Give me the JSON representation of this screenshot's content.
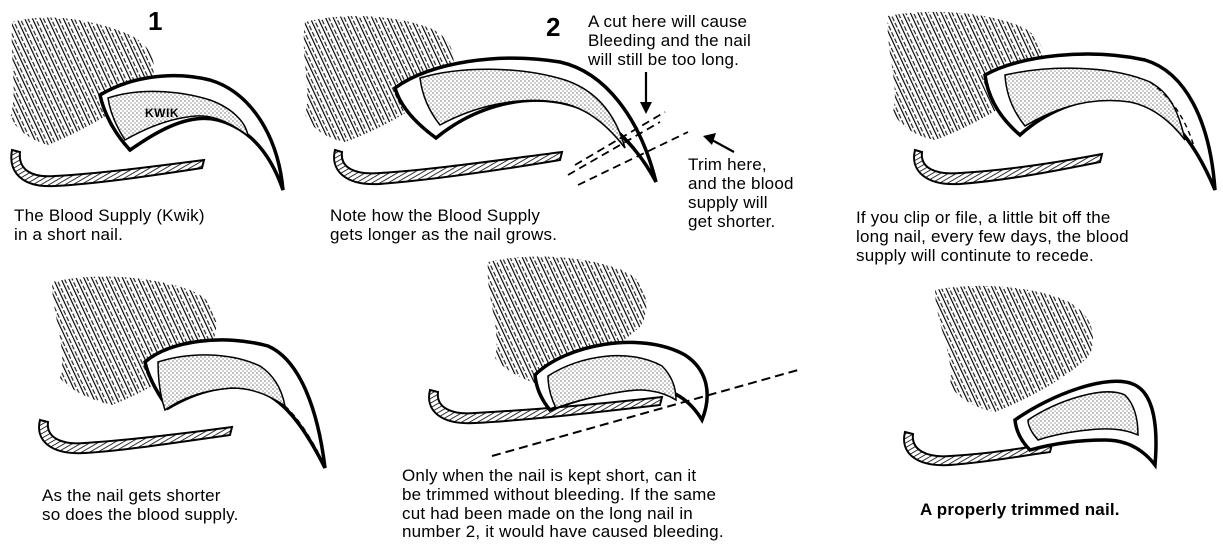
{
  "diagram": {
    "panel_1": {
      "number": "1",
      "kwik_label": "KWIK",
      "caption_line1": "The Blood Supply (Kwik)",
      "caption_line2": "in a short nail."
    },
    "panel_2": {
      "number": "2",
      "warning_line1": "A cut here will cause",
      "warning_line2": "Bleeding and the nail",
      "warning_line3": "will still be too long.",
      "trim_line1": "Trim here,",
      "trim_line2": "and the blood",
      "trim_line3": "supply will",
      "trim_line4": "get shorter.",
      "caption_line1": "Note how the Blood Supply",
      "caption_line2": "gets longer as the nail grows."
    },
    "panel_3": {
      "caption_line1": "If you clip or file, a little bit off the",
      "caption_line2": "long nail, every few days, the blood",
      "caption_line3": "supply will continute to recede."
    },
    "panel_4": {
      "caption_line1": "As the nail gets shorter",
      "caption_line2": "so does the blood supply."
    },
    "panel_5": {
      "caption_line1": "Only when the nail is kept short, can it",
      "caption_line2": "be trimmed without bleeding. If the same",
      "caption_line3": "cut had been made on the long nail in",
      "caption_line4": "number 2, it would have caused bleeding."
    },
    "panel_6": {
      "caption": "A properly trimmed nail."
    }
  },
  "colors": {
    "ink": "#000000",
    "quick_fill": "#c8c8c8",
    "background": "#ffffff"
  }
}
